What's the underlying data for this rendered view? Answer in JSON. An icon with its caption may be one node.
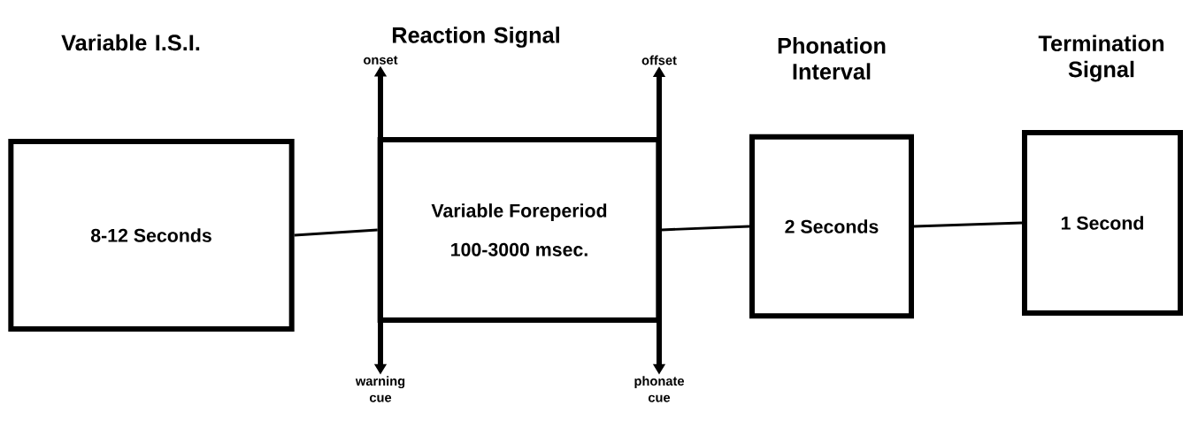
{
  "diagram": {
    "nodes": [
      {
        "text": [
          "Variable I.S.I.",
          "8-12 Seconds"
        ]
      },
      {
        "text": [
          "Reaction Signal",
          "Variable Foreperiod",
          "100-3000 msec."
        ]
      },
      {
        "text": [
          "Phonation Interval",
          "2 Seconds"
        ]
      },
      {
        "text": [
          "Termination Signal",
          "1 Second"
        ]
      },
      {
        "text": [
          "onset"
        ]
      },
      {
        "text": [
          "offset"
        ]
      },
      {
        "text": [
          "warning cue"
        ]
      },
      {
        "text": [
          "phonate cue"
        ]
      }
    ],
    "edges": [
      {
        "from": 0,
        "to": 1,
        "arrow": "none"
      },
      {
        "from": 1,
        "to": 2,
        "arrow": "none"
      },
      {
        "from": 2,
        "to": 3,
        "arrow": "none"
      },
      {
        "from": 6,
        "to": 4,
        "arrow": "both",
        "style": "thick"
      },
      {
        "from": 7,
        "to": 5,
        "arrow": "both",
        "style": "thick"
      }
    ]
  }
}
